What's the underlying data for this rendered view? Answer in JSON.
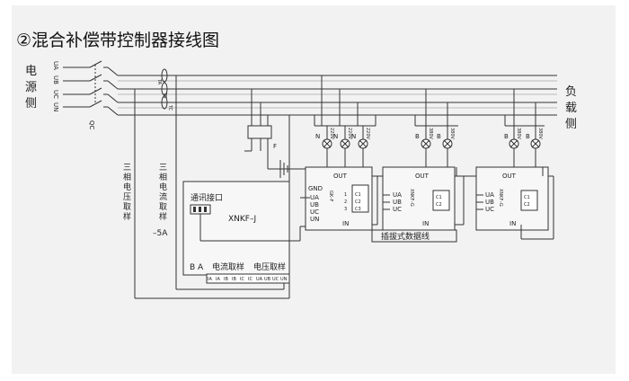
{
  "title": "②混合补偿带控制器接线图",
  "power_side": [
    "电",
    "源",
    "侧"
  ],
  "load_side": [
    "负",
    "载",
    "侧"
  ],
  "phases": [
    "UA",
    "UB",
    "UC",
    "UN"
  ],
  "qc": "QC",
  "ct_labels": [
    "TA",
    "TB",
    "TC"
  ],
  "fuse": "F",
  "vertical_labels": {
    "voltage_sampling": [
      "三",
      "相",
      "电",
      "压",
      "取",
      "样"
    ],
    "current_sampling": [
      "三",
      "相",
      "电",
      "流",
      "取",
      "样"
    ],
    "current_rating": "–5A"
  },
  "controller": {
    "comm_port": "通讯接口",
    "model": "XNKF–J",
    "ba": "B A",
    "current_sample": "电流取样",
    "voltage_sample": "电压取样",
    "terminals": [
      "IA",
      "IA",
      "IB",
      "IB",
      "IC",
      "IC",
      "UA",
      "UB",
      "UC",
      "UN"
    ]
  },
  "modules": [
    {
      "model": "GK–F",
      "cap_voltage": [
        "220V",
        "220V",
        "220V"
      ],
      "lamp_labels": [
        "N",
        "N",
        "N"
      ]
    },
    {
      "model": "XNKF–G",
      "cap_voltage": [
        "380V",
        "380V"
      ],
      "lamp_labels": [
        "B",
        "B"
      ]
    },
    {
      "model": "XNKF–G",
      "cap_voltage": [
        "380V",
        "380V"
      ],
      "lamp_labels": [
        "B",
        "B"
      ]
    }
  ],
  "module_ports": {
    "gnd": "GND",
    "out": "OUT",
    "in": "IN",
    "inputs": [
      "UA",
      "UB",
      "UC",
      "UN"
    ],
    "inputs3": [
      "UA",
      "UB",
      "UC"
    ],
    "caps": [
      "C1",
      "C2",
      "C3"
    ],
    "nums": [
      "1",
      "2",
      "3"
    ]
  },
  "plug_cable": "插拔式数据线"
}
